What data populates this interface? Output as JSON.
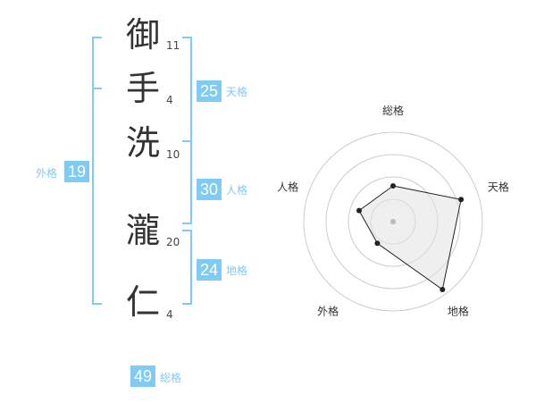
{
  "name": {
    "characters": [
      {
        "char": "御",
        "strokes": "11"
      },
      {
        "char": "手",
        "strokes": "4"
      },
      {
        "char": "洗",
        "strokes": "10"
      },
      {
        "char": "瀧",
        "strokes": "20"
      },
      {
        "char": "仁",
        "strokes": "4"
      }
    ]
  },
  "fortunes": {
    "tenkaku": {
      "value": "25",
      "label": "天格"
    },
    "jinkaku": {
      "value": "30",
      "label": "人格"
    },
    "chikaku": {
      "value": "24",
      "label": "地格"
    },
    "gaikaku": {
      "value": "19",
      "label": "外格"
    },
    "soukaku": {
      "value": "49",
      "label": "総格"
    }
  },
  "colors": {
    "accent": "#7fcbf3",
    "text": "#333333",
    "grid": "#cccccc"
  },
  "chart_data": {
    "type": "radar",
    "axes": [
      "総格",
      "天格",
      "地格",
      "外格",
      "人格"
    ],
    "values": [
      0.4,
      0.8,
      0.94,
      0.3,
      0.4
    ],
    "rings": 4,
    "range": [
      0,
      1
    ]
  }
}
